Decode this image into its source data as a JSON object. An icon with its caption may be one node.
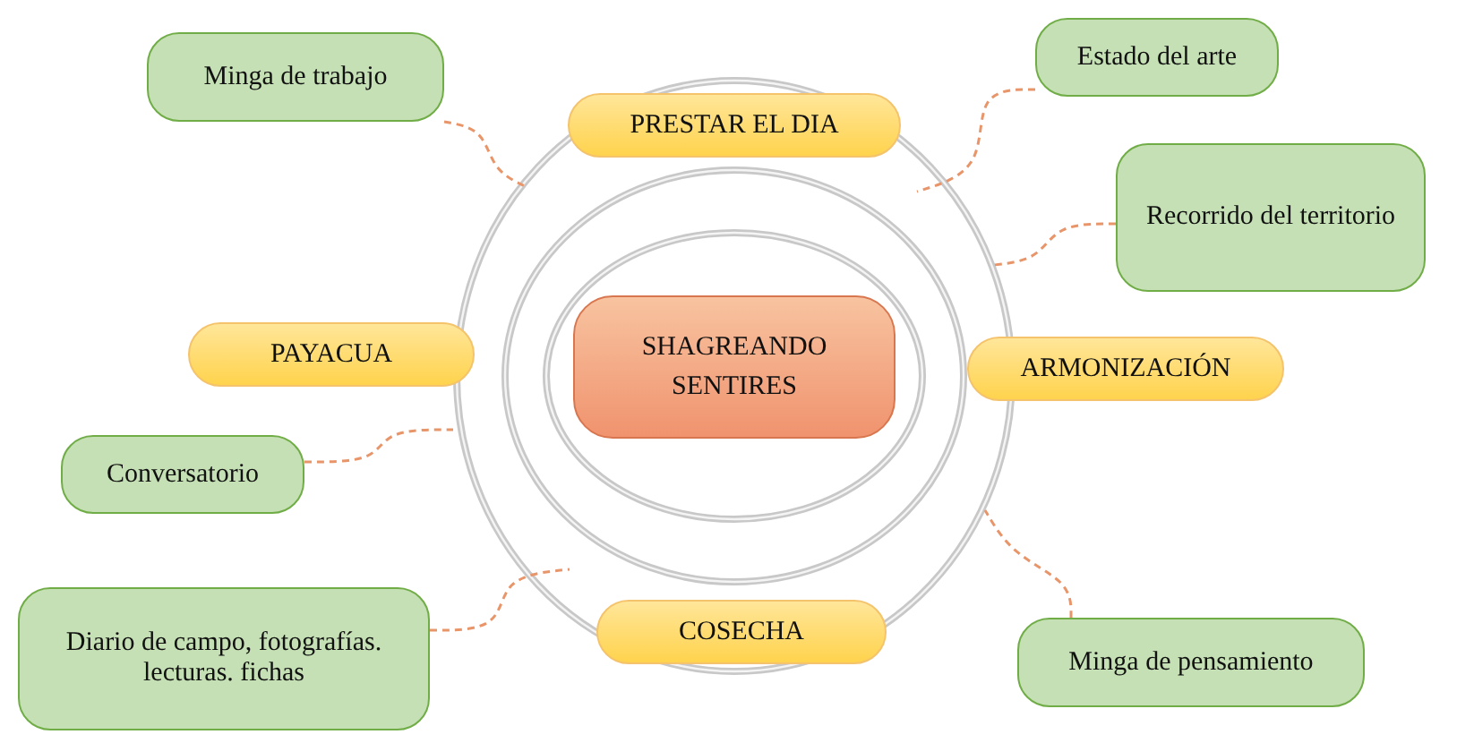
{
  "diagram": {
    "nodes": [
      {
        "text": [
          "SHAGREANDO SENTIRES"
        ]
      },
      {
        "text": [
          "PRESTAR EL DIA"
        ]
      },
      {
        "text": [
          "PAYACUA"
        ]
      },
      {
        "text": [
          "ARMONIZACIÓN"
        ]
      },
      {
        "text": [
          "COSECHA"
        ]
      },
      {
        "text": [
          "Minga de trabajo"
        ]
      },
      {
        "text": [
          "Estado del arte"
        ]
      },
      {
        "text": [
          "Recorrido del territorio"
        ]
      },
      {
        "text": [
          "Conversatorio"
        ]
      },
      {
        "text": [
          "Diario de campo, fotografías. lecturas. fichas"
        ]
      },
      {
        "text": [
          "Minga de pensamiento"
        ]
      }
    ],
    "edges": [
      {
        "from": 5,
        "to": null,
        "arrow": "none",
        "style": "dashed"
      },
      {
        "from": 6,
        "to": null,
        "arrow": "none",
        "style": "dashed"
      },
      {
        "from": 7,
        "to": null,
        "arrow": "none",
        "style": "dashed"
      },
      {
        "from": 8,
        "to": null,
        "arrow": "none",
        "style": "dashed"
      },
      {
        "from": 9,
        "to": null,
        "arrow": "none",
        "style": "dashed"
      },
      {
        "from": 10,
        "to": null,
        "arrow": "none",
        "style": "dashed"
      }
    ]
  }
}
